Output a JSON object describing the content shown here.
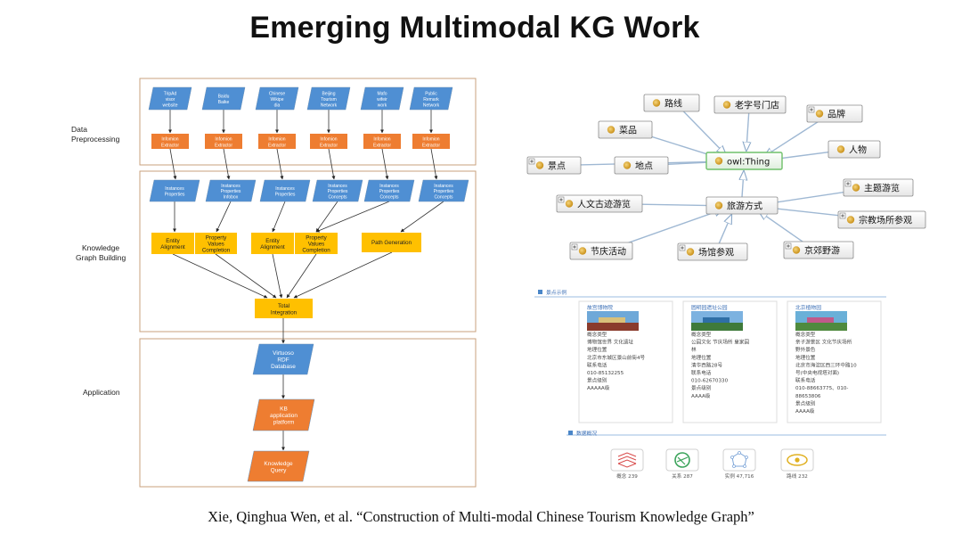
{
  "slide": {
    "title": "Emerging Multimodal KG Work",
    "citation": "Xie, Qinghua Wen, et al. “Construction of Multi-modal Chinese Tourism Knowledge Graph”"
  },
  "pipeline": {
    "sections": [
      {
        "id": "data-preprocessing",
        "label_lines": [
          "Data",
          "Preprocessing"
        ]
      },
      {
        "id": "knowledge-graph-building",
        "label_lines": [
          "Knowledge",
          "Graph Building"
        ]
      },
      {
        "id": "application",
        "label_lines": [
          "Application"
        ]
      }
    ],
    "sources": [
      {
        "lines": [
          "TripAd",
          "visor",
          "website"
        ]
      },
      {
        "lines": [
          "Baidu",
          "Baike"
        ]
      },
      {
        "lines": [
          "Chinese",
          "Wikipe",
          "dia"
        ]
      },
      {
        "lines": [
          "Beijing",
          "Tourism",
          "Network"
        ]
      },
      {
        "lines": [
          "Mafo",
          "wifeir",
          "work"
        ]
      },
      {
        "lines": [
          "Public",
          "Remark",
          "Network"
        ]
      }
    ],
    "extractor_lines": [
      "Infomion",
      "Extractor"
    ],
    "instances": [
      {
        "lines": [
          "Instances",
          "Properties"
        ]
      },
      {
        "lines": [
          "Instances",
          "Properties",
          "Infobox"
        ]
      },
      {
        "lines": [
          "Instances",
          "Properties"
        ]
      },
      {
        "lines": [
          "Instances",
          "Properties",
          "Concepts"
        ]
      },
      {
        "lines": [
          "Instances",
          "Properties",
          "Concepts"
        ]
      },
      {
        "lines": [
          "Instances",
          "Properties",
          "Concepts"
        ]
      }
    ],
    "entity_alignment_lines": [
      "Entity",
      "Alignment"
    ],
    "property_completion_lines": [
      "Property",
      "Values",
      "Completion"
    ],
    "path_generation": "Path Generation",
    "total_integration_lines": [
      "Total",
      "Integration"
    ],
    "virtuoso_lines": [
      "Virtuoso",
      "RDF",
      "Database"
    ],
    "kb_platform_lines": [
      "KB",
      "application",
      "platform"
    ],
    "knowledge_query_lines": [
      "Knowledge",
      "Query"
    ]
  },
  "ontology": {
    "center": "owl:Thing",
    "hub": "旅游方式",
    "nodes": [
      {
        "label": "路线"
      },
      {
        "label": "老字号门店"
      },
      {
        "label": "品牌"
      },
      {
        "label": "菜品"
      },
      {
        "label": "人物"
      },
      {
        "label": "景点"
      },
      {
        "label": "地点"
      },
      {
        "label": "主题游览"
      },
      {
        "label": "人文古迹游览"
      },
      {
        "label": "宗教场所参观"
      },
      {
        "label": "节庆活动"
      },
      {
        "label": "场馆参观"
      },
      {
        "label": "京郊野游"
      }
    ]
  },
  "detail": {
    "header": "景点示例",
    "cards": [
      {
        "title": "故宫博物院",
        "lines": [
          "概念类型",
          "博物馆世界 文化遗址",
          "地理位置",
          "北京市东城区景山前街4号",
          "联系电话",
          "010-85132255",
          "景点级别",
          "AAAAA级"
        ]
      },
      {
        "title": "圆明园遗址公园",
        "lines": [
          "概念类型",
          "公园文化 节庆场所 皇家园",
          "林",
          "地理位置",
          "清华西路28号",
          "联系电话",
          "010-62670330",
          "景点级别",
          "AAAA级"
        ]
      },
      {
        "title": "北京植物园",
        "lines": [
          "概念类型",
          "亲子游景区 文化节庆场所",
          "野外景色",
          "地理位置",
          "北京市海淀区西三环中路10",
          "号(中央电视塔对面)",
          "联系电话",
          "010-88663775、010-",
          "88653806",
          "景点级别",
          "AAAA级"
        ]
      }
    ],
    "stats_header": "数据概况",
    "stats": [
      {
        "label": "概念 239"
      },
      {
        "label": "关系 287"
      },
      {
        "label": "实例 47,716"
      },
      {
        "label": "路线 232"
      }
    ]
  }
}
